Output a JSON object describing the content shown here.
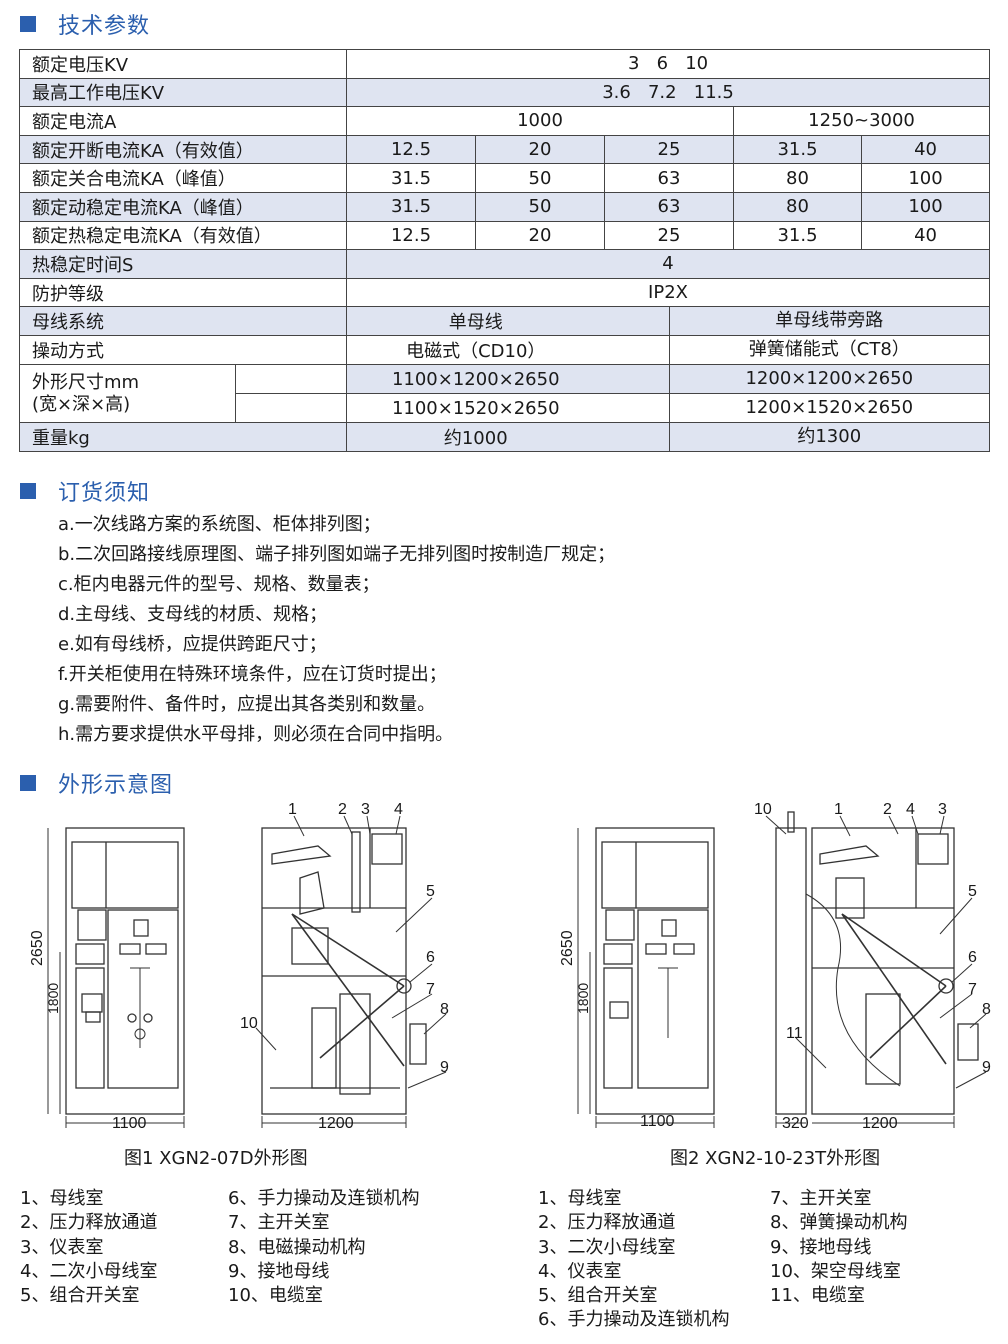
{
  "sections": {
    "spec_title": "技术参数",
    "order_title": "订货须知",
    "outline_title": "外形示意图"
  },
  "spec": {
    "rated_voltage": {
      "label": "额定电压KV",
      "value": "3   6   10"
    },
    "max_voltage": {
      "label": "最高工作电压KV",
      "value": "3.6   7.2   11.5"
    },
    "rated_current": {
      "label": "额定电流A",
      "v1": "1000",
      "v2": "1250~3000"
    },
    "rows": [
      {
        "label": "额定开断电流KA（有效值）",
        "values": [
          "12.5",
          "20",
          "25",
          "31.5",
          "40"
        ]
      },
      {
        "label": "额定关合电流KA（峰值）",
        "values": [
          "31.5",
          "50",
          "63",
          "80",
          "100"
        ]
      },
      {
        "label": "额定动稳定电流KA（峰值）",
        "values": [
          "31.5",
          "50",
          "63",
          "80",
          "100"
        ]
      },
      {
        "label": "额定热稳定电流KA（有效值）",
        "values": [
          "12.5",
          "20",
          "25",
          "31.5",
          "40"
        ]
      }
    ],
    "thermal_time": {
      "label": "热稳定时间S",
      "value": "4"
    },
    "protection": {
      "label": "防护等级",
      "value": "IP2X"
    },
    "busbar": {
      "label": "母线系统",
      "v1": "单母线",
      "v2": "单母线带旁路"
    },
    "operation": {
      "label": "操动方式",
      "v1": "电磁式（CD10）",
      "v2": "弹簧储能式（CT8）"
    },
    "dimensions": {
      "label_line1": "外形尺寸mm",
      "label_line2": "(宽×深×高)",
      "r1v1": "1100×1200×2650",
      "r1v2": "1200×1200×2650",
      "r2v1": "1100×1520×2650",
      "r2v2": "1200×1520×2650"
    },
    "weight": {
      "label": "重量kg",
      "v1": "约1000",
      "v2": "约1300"
    }
  },
  "order_notes": [
    "a.一次线路方案的系统图、柜体排列图；",
    "b.二次回路接线原理图、端子排列图如端子无排列图时按制造厂规定；",
    "c.柜内电器元件的型号、规格、数量表；",
    "d.主母线、支母线的材质、规格；",
    "e.如有母线桥，应提供跨距尺寸；",
    "f.开关柜使用在特殊环境条件，应在订货时提出；",
    "g.需要附件、备件时，应提出其各类别和数量。",
    "h.需方要求提供水平母排，则必须在合同中指明。"
  ],
  "figure1": {
    "caption": "图1  XGN2-07D外形图",
    "dims": {
      "height_total": "2650",
      "height_inner": "1800",
      "width_front": "1100",
      "depth": "1200"
    },
    "callouts": [
      "1",
      "2",
      "3",
      "4",
      "5",
      "6",
      "7",
      "8",
      "9",
      "10"
    ],
    "legend_left": [
      "1、母线室",
      "2、压力释放通道",
      "3、仪表室",
      "4、二次小母线室",
      "5、组合开关室"
    ],
    "legend_right": [
      "6、手力操动及连锁机构",
      "7、主开关室",
      "8、电磁操动机构",
      "9、接地母线",
      "10、电缆室"
    ]
  },
  "figure2": {
    "caption": "图2  XGN2-10-23T外形图",
    "dims": {
      "height_total": "2650",
      "height_inner": "1800",
      "width_front": "1100",
      "bypass": "320",
      "depth": "1200"
    },
    "callouts": [
      "10",
      "1",
      "2",
      "4",
      "3",
      "5",
      "6",
      "7",
      "8",
      "9",
      "11"
    ],
    "legend_left": [
      "1、母线室",
      "2、压力释放通道",
      "3、二次小母线室",
      "4、仪表室",
      "5、组合开关室",
      "6、手力操动及连锁机构"
    ],
    "legend_right": [
      "7、主开关室",
      "8、弹簧操动机构",
      "9、接地母线",
      "10、架空母线室",
      "11、电缆室"
    ]
  },
  "colors": {
    "accent": "#2b5fae",
    "row_shade": "#dfe4f1",
    "line": "#333333"
  }
}
